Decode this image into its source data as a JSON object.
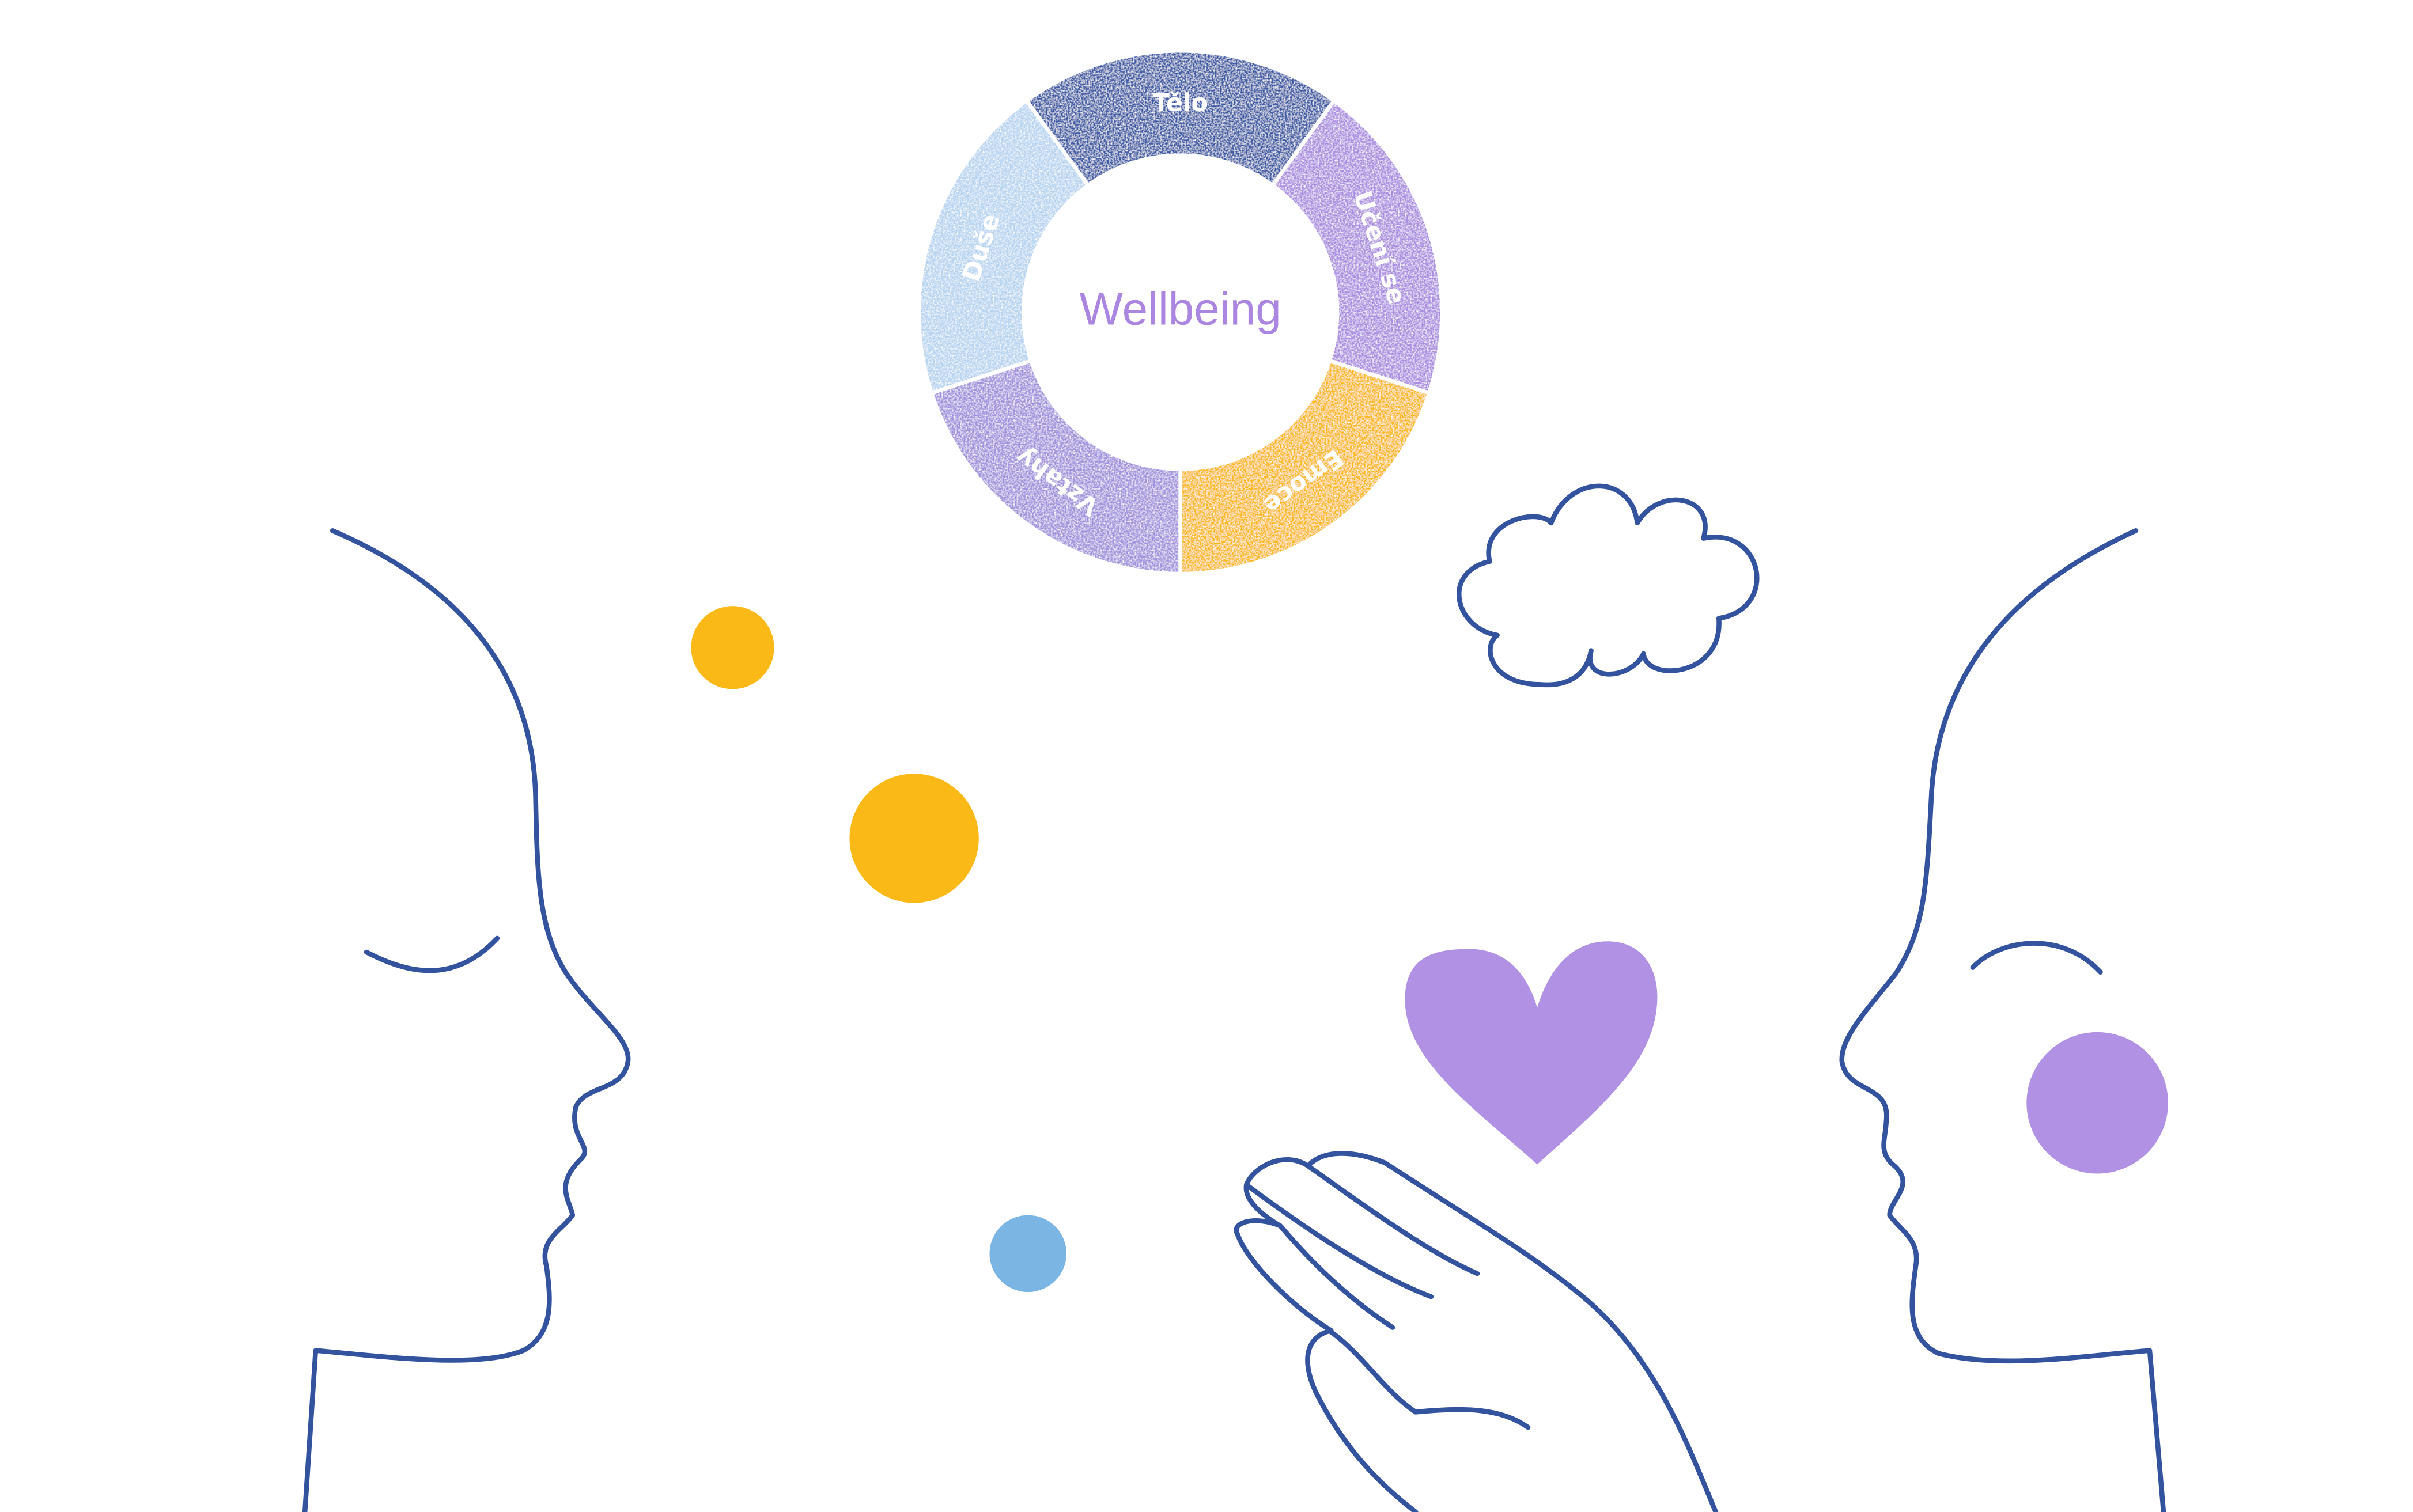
{
  "wheel": {
    "center_label": "Wellbeing",
    "segments": [
      {
        "label": "Tělo",
        "color": "#3a5aa6"
      },
      {
        "label": "Učení se",
        "color": "#a98be0"
      },
      {
        "label": "Emoce",
        "color": "#fbb918"
      },
      {
        "label": "Vztahy",
        "color": "#9f8fdc"
      },
      {
        "label": "Duše",
        "color": "#b6d3ef"
      }
    ]
  },
  "colors": {
    "outline": "#33539f",
    "yellow_dot": "#fbb918",
    "blue_dot": "#7ab5e3",
    "heart": "#b191e3",
    "cheek": "#b191e3"
  },
  "icons": [
    "face-left-outline",
    "face-right-outline",
    "cloud-icon",
    "heart-icon",
    "hand-icon",
    "dot-icons"
  ]
}
